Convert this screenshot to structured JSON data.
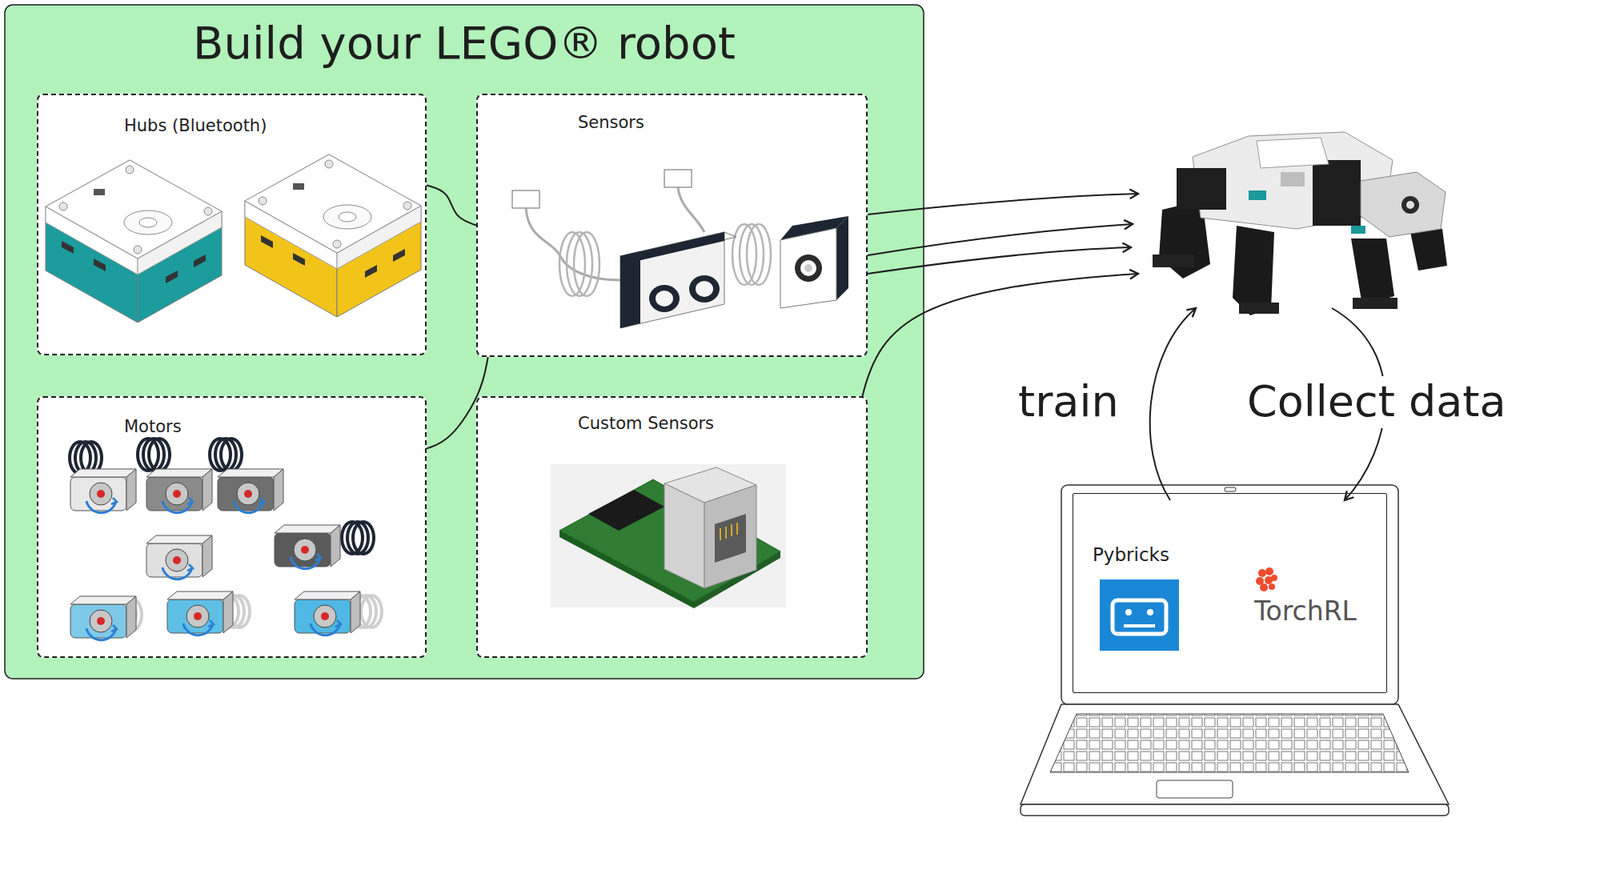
{
  "diagram": {
    "nodes": [
      {
        "text": [
          "Build your LEGO® robot"
        ]
      },
      {
        "text": [
          "Hubs (Bluetooth)"
        ],
        "in": 0
      },
      {
        "text": [
          "Sensors"
        ],
        "in": 0
      },
      {
        "text": [
          "Motors"
        ],
        "in": 0
      },
      {
        "text": [
          "Custom Sensors"
        ],
        "in": 0
      },
      {
        "text": [
          "Pybricks",
          "TorchRL"
        ]
      }
    ],
    "edges": [
      {
        "from": 1,
        "to": 2,
        "arrow": "none"
      },
      {
        "from": 3,
        "to": 2,
        "arrow": "none"
      }
    ],
    "labels": [
      "train",
      "Collect data"
    ]
  }
}
